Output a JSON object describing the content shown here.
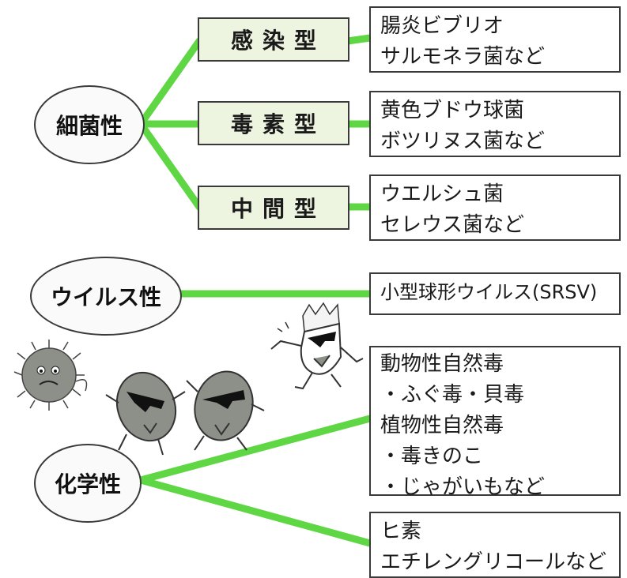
{
  "colors": {
    "line": "#5fd643",
    "sub_fill": "#edf5e1",
    "border": "#3a3a3a"
  },
  "categories": {
    "bacterial": "細菌性",
    "viral": "ウイルス性",
    "chemical": "化学性"
  },
  "subtypes": {
    "infection": "感染型",
    "toxin": "毒素型",
    "intermediate": "中間型"
  },
  "examples": {
    "infection": [
      "腸炎ビブリオ",
      "サルモネラ菌など"
    ],
    "toxin": [
      "黄色ブドウ球菌",
      "ボツリヌス菌など"
    ],
    "intermediate": [
      "ウエルシュ菌",
      "セレウス菌など"
    ],
    "viral": [
      "小型球形ウイルス(SRSV)"
    ],
    "natural_toxins": [
      "動物性自然毒",
      "・ふぐ毒・貝毒",
      "植物性自然毒",
      "・毒きのこ",
      "・じゃがいもなど"
    ],
    "chemicals": [
      "ヒ素",
      "エチレングリコールなど"
    ]
  },
  "illustrations": [
    "virus-germ-character",
    "oval-germ-character-left",
    "oval-germ-character-right",
    "crown-germ-character"
  ]
}
